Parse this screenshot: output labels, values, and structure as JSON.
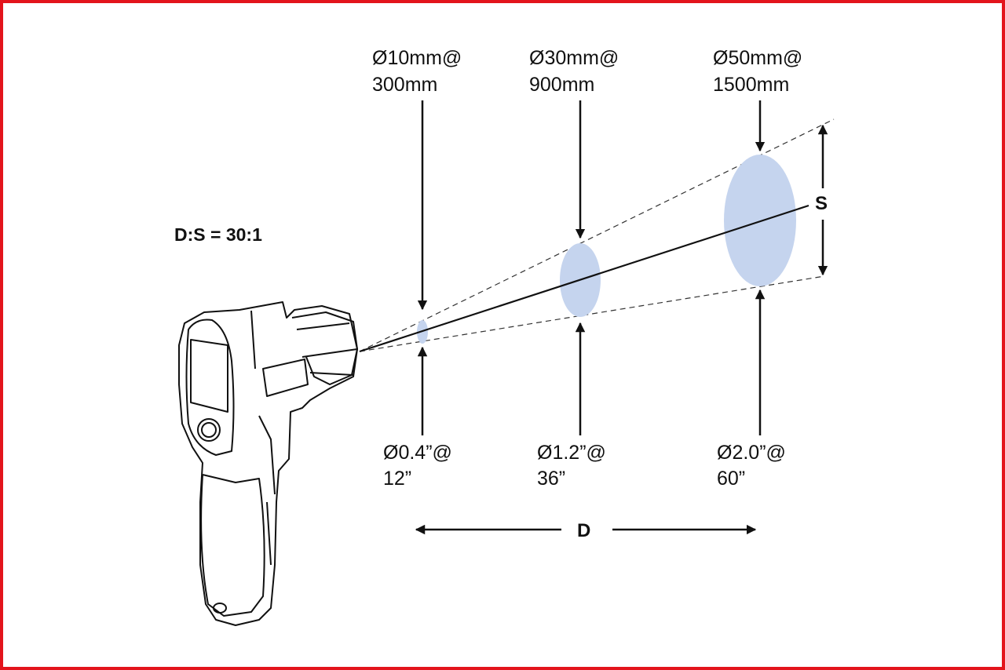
{
  "ratio_label": "D:S = 30:1",
  "spot_color": "#c5d4ee",
  "border_color": "#e3141c",
  "spots": [
    {
      "metric": [
        "Ø10mm@",
        "300mm"
      ],
      "imperial": [
        "Ø0.4”@",
        "12”"
      ]
    },
    {
      "metric": [
        "Ø30mm@",
        "900mm"
      ],
      "imperial": [
        "Ø1.2”@",
        "36”"
      ]
    },
    {
      "metric": [
        "Ø50mm@",
        "1500mm"
      ],
      "imperial": [
        "Ø2.0”@",
        "60”"
      ]
    }
  ],
  "distance_label": "D",
  "spot_size_label": "S"
}
